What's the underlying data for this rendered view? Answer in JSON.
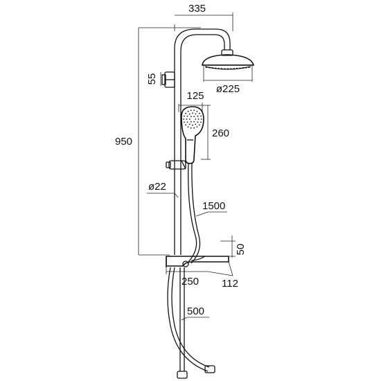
{
  "drawing": {
    "dimensions": {
      "arm_reach": "335",
      "bracket_offset": "55",
      "head_diameter": "ø225",
      "hand_shower_width": "125",
      "hand_shower_length": "260",
      "total_height": "950",
      "rail_diameter": "ø22",
      "hose_length": "1500",
      "shelf_height": "50",
      "shelf_width": "250",
      "shelf_depth": "112",
      "inlet_hose": "500"
    }
  }
}
